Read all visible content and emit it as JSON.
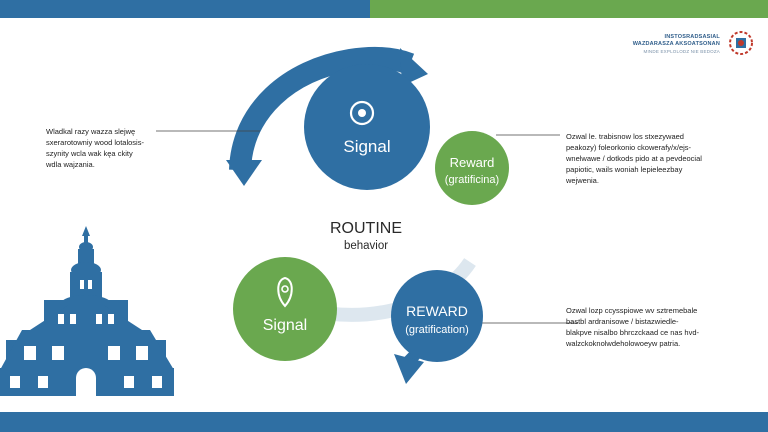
{
  "org": {
    "name_line1": "INSTOSRADSASIAL",
    "name_line2": "WAZDARASZA AKSOATSONAN",
    "tagline": "MINDE EXPLOLODZ NIE BEDOZA"
  },
  "diagram": {
    "center_title": "ROUTINE",
    "center_subtitle": "behavior",
    "nodes": [
      {
        "title": "Signal",
        "subtitle": ""
      },
      {
        "title": "Reward",
        "subtitle": "(gratificina)"
      },
      {
        "title": "Signal",
        "subtitle": ""
      },
      {
        "title": "REWARD",
        "subtitle": "(gratification)"
      }
    ]
  },
  "notes": {
    "left": [
      "Wladkal razy wazza slejwę",
      "sxerarotowniy wood lotalosis-",
      "szynity wcla wak kęa ckity",
      "wdla wajzania."
    ],
    "right_top": [
      "Ozwal le. trabisnow los stxezywaed",
      "peakozy) foleorkonio ckowerafy/x/ejs-",
      "wnelwawe / dotkods pido at a pevdeocial",
      "papiotic, wails woniah lepieleezbay",
      "wejwenia."
    ],
    "right_bottom": [
      "Ozwal lozp ccysspiowe wv sztremebale",
      "bastbl ardranisowe / bistazwiedle-",
      "blakpve nisalbo bhrczckaad ce nas hvd-",
      "walzckoknolwdeholowoeyw patria."
    ]
  },
  "colors": {
    "blue": "#2f6fa3",
    "green": "#6aa84f",
    "pale_blue": "#dde7ef"
  }
}
